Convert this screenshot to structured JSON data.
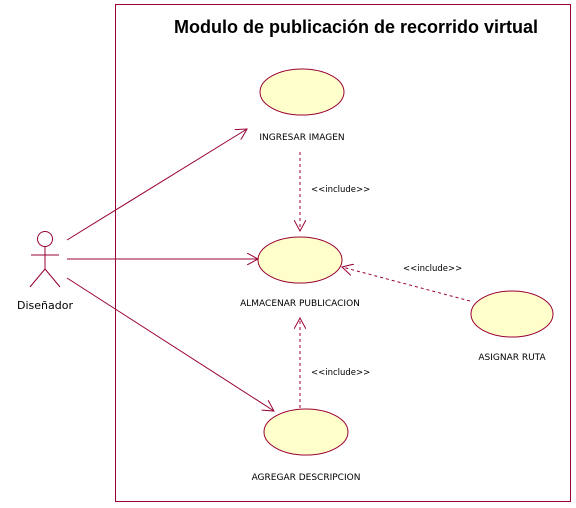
{
  "system": {
    "title": "Modulo de publicación de recorrido virtual"
  },
  "actor": {
    "name": "Diseñador"
  },
  "use_cases": {
    "ingresar_imagen": "INGRESAR IMAGEN",
    "almacenar_publicacion": "ALMACENAR PUBLICACION",
    "asignar_ruta": "ASIGNAR RUTA",
    "agregar_descripcion": "AGREGAR DESCRIPCION"
  },
  "relations": {
    "include_1": "<<include>>",
    "include_2": "<<include>>",
    "include_3": "<<include>>"
  },
  "colors": {
    "line": "#990033",
    "usecase_fill": "#ffffcc",
    "usecase_stroke": "#990033"
  }
}
